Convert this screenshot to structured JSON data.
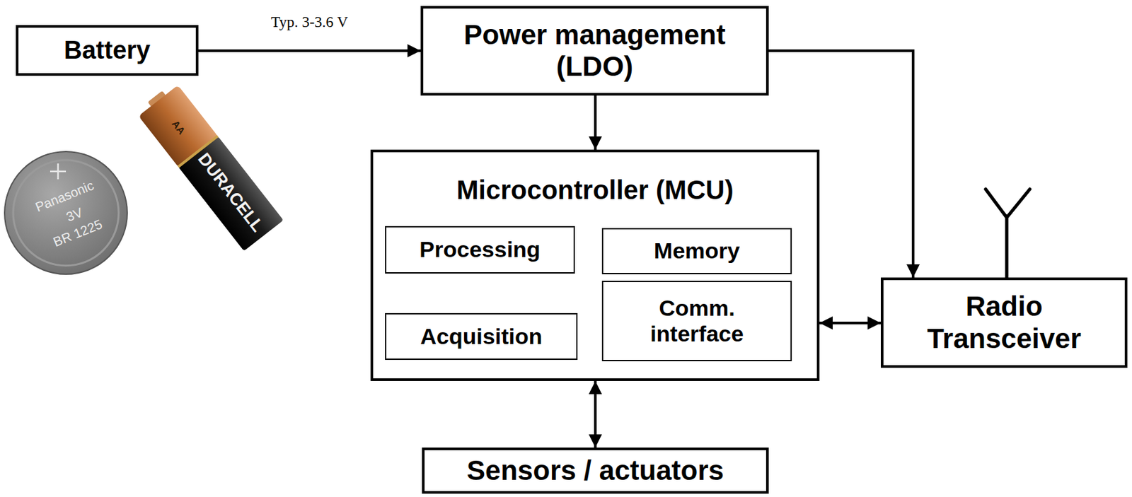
{
  "diagram": {
    "nodes": [
      {
        "text": [
          "Battery"
        ]
      },
      {
        "text": [
          "Power management (LDO)"
        ]
      },
      {
        "text": [
          "Microcontroller (MCU)"
        ]
      },
      {
        "text": [
          "Processing"
        ],
        "in": 2
      },
      {
        "text": [
          "Memory"
        ],
        "in": 2
      },
      {
        "text": [
          "Acquisition"
        ],
        "in": 2
      },
      {
        "text": [
          "Comm. interface"
        ],
        "in": 2
      },
      {
        "text": [
          "Radio Transceiver"
        ]
      },
      {
        "text": [
          "Sensors / actuators"
        ]
      }
    ],
    "edges": [
      {
        "from": 0,
        "to": 1,
        "arrow": "to",
        "label": "Typ. 3-3.6 V"
      },
      {
        "from": 1,
        "to": 2,
        "arrow": "to"
      },
      {
        "from": 1,
        "to": 7,
        "arrow": "to"
      },
      {
        "from": 2,
        "to": 7,
        "arrow": "both"
      },
      {
        "from": 2,
        "to": 8,
        "arrow": "both"
      }
    ],
    "labels": [
      "Panasonic",
      "3V",
      "BR 1225",
      "AA",
      "DURACELL"
    ]
  }
}
